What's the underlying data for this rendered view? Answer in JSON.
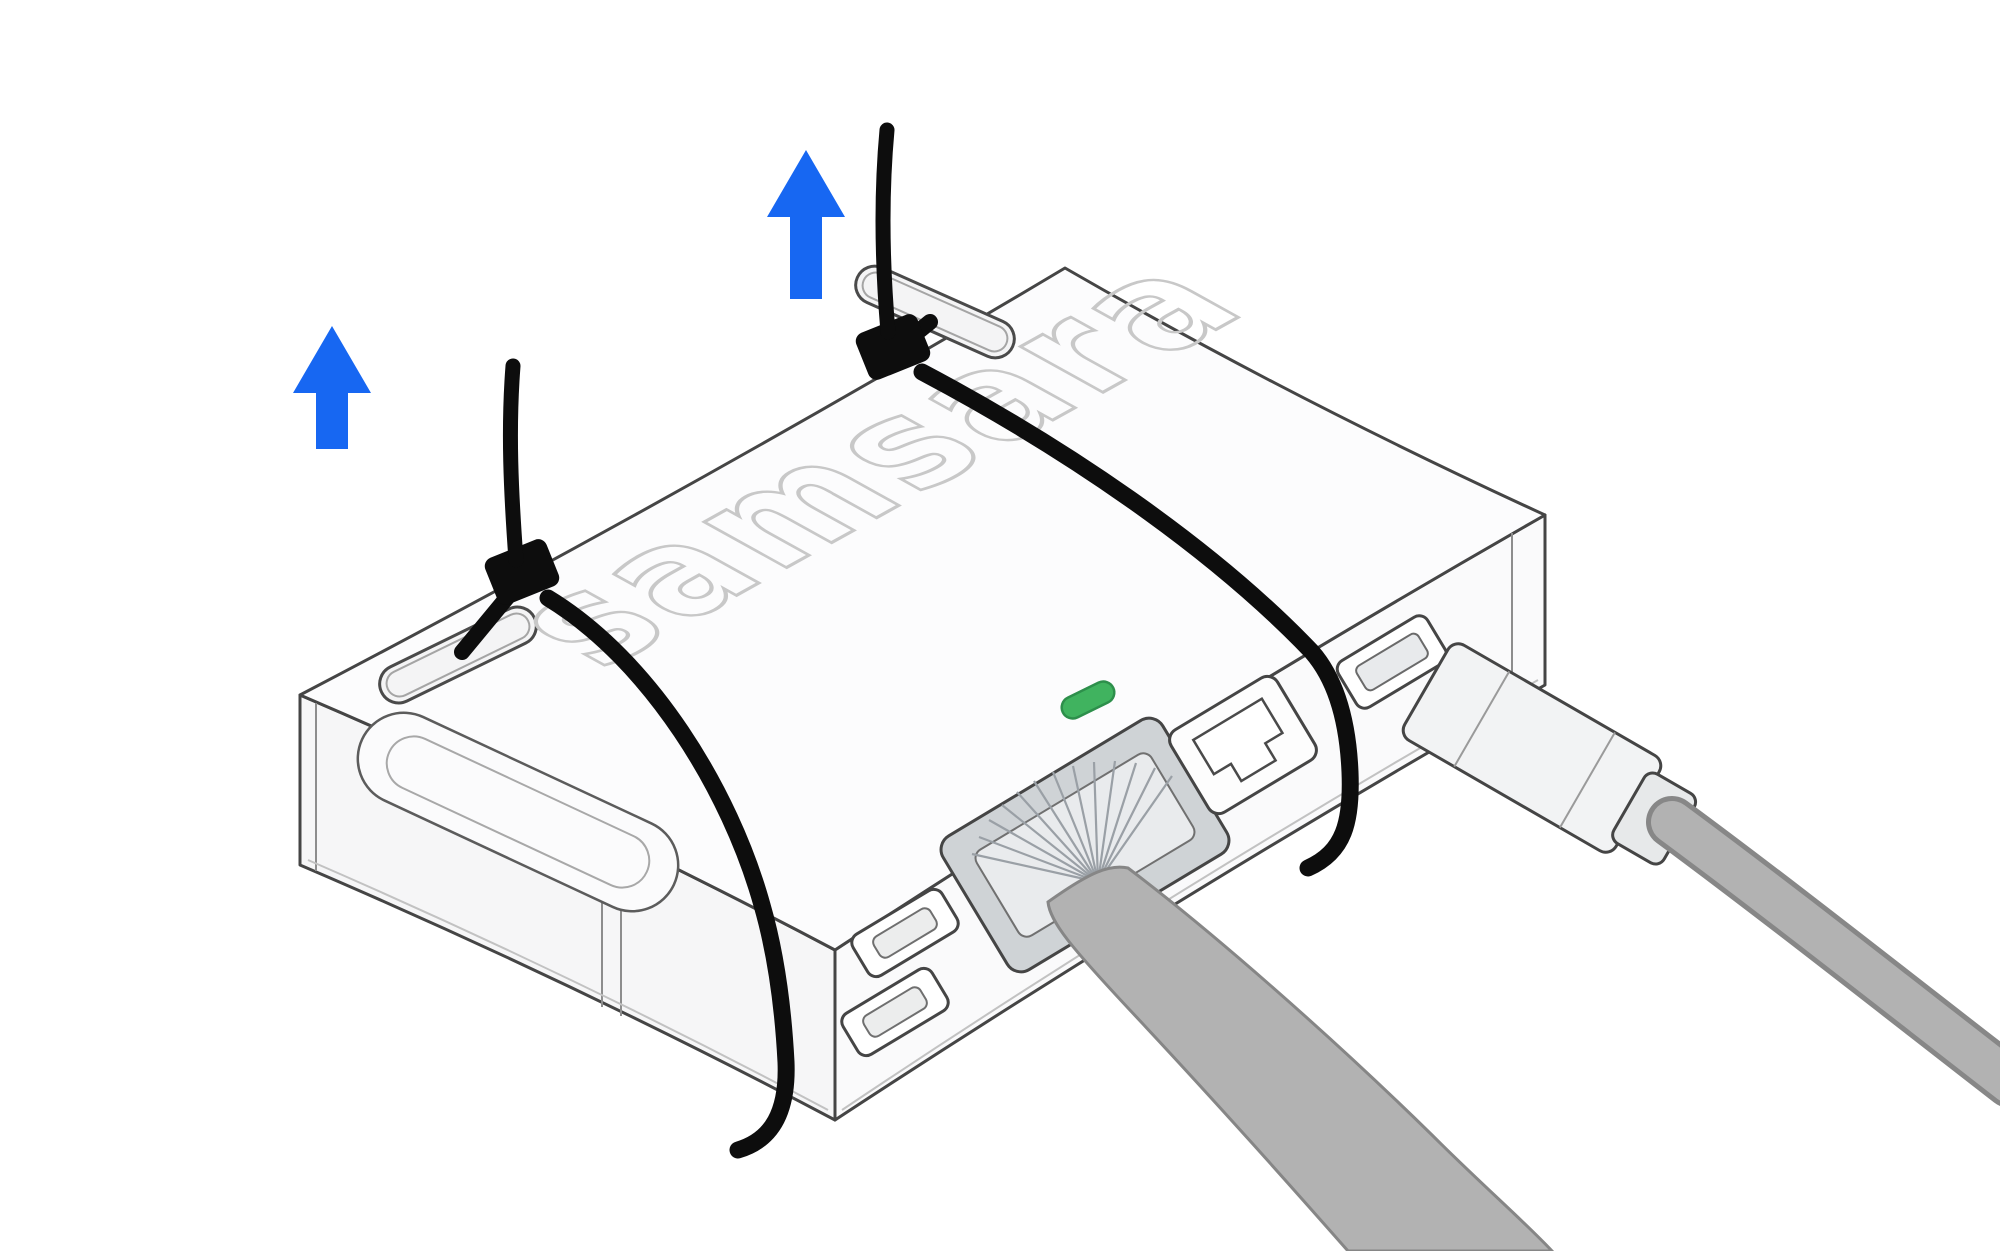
{
  "illustration": {
    "brand_label": "samsara",
    "annotations": {
      "zip_tie_count": 2,
      "arrows": [
        {
          "name": "pull-up-arrow-left",
          "direction": "up"
        },
        {
          "name": "pull-up-arrow-right",
          "direction": "up"
        }
      ]
    },
    "colors": {
      "background": "#ffffff",
      "arrow_blue": "#1767f2",
      "led_green": "#40b35f",
      "led_border": "#2d8f4b",
      "zip_tie_black": "#0d0d0d",
      "cable_gray": "#b2b2b2",
      "cable_edge": "#878787",
      "logo_outline": "#c8c8c8"
    }
  }
}
